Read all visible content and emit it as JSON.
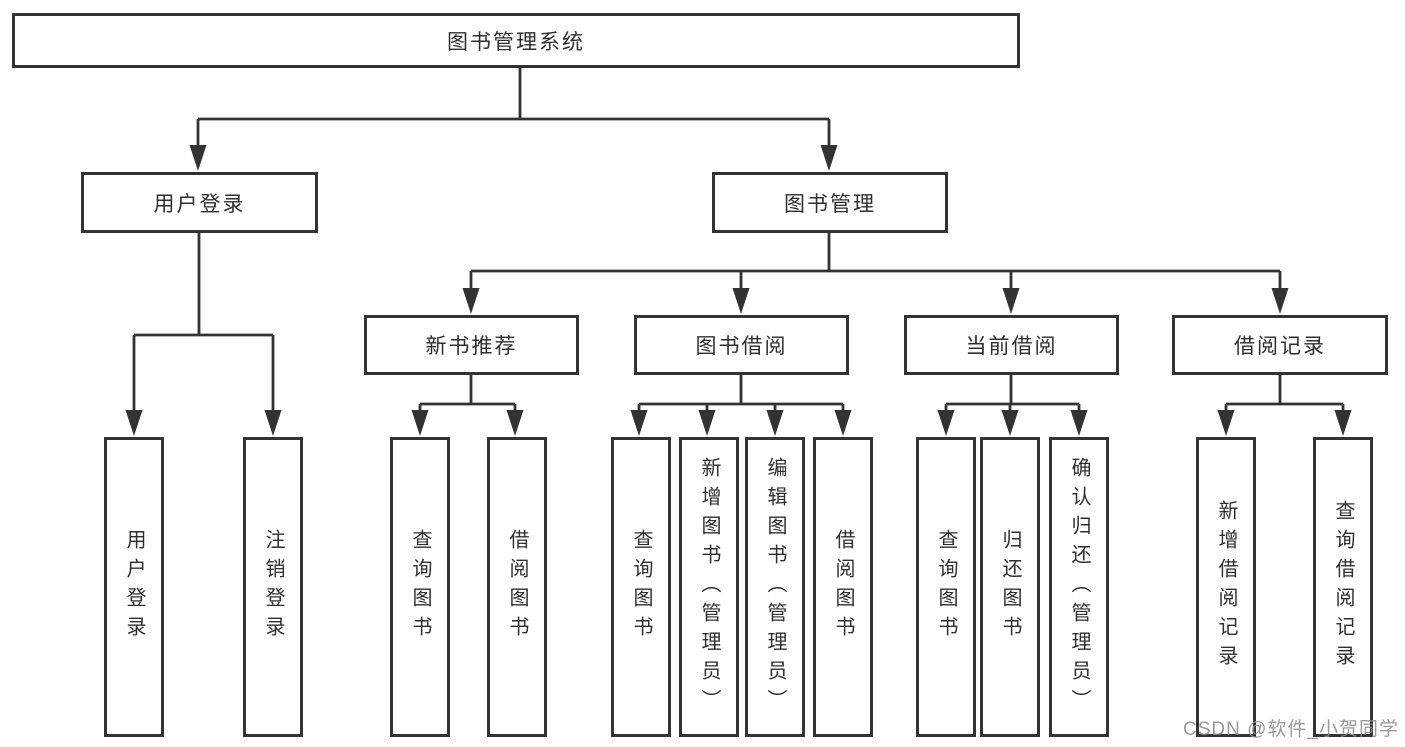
{
  "tree": {
    "root": {
      "label": "图书管理系统"
    },
    "branches": [
      {
        "label": "用户登录",
        "children": [
          {
            "label": "用户登录"
          },
          {
            "label": "注销登录"
          }
        ]
      },
      {
        "label": "图书管理",
        "children": [
          {
            "label": "新书推荐",
            "children": [
              {
                "label": "查询图书"
              },
              {
                "label": "借阅图书"
              }
            ]
          },
          {
            "label": "图书借阅",
            "children": [
              {
                "label": "查询图书"
              },
              {
                "label": "新增图书（管理员）"
              },
              {
                "label": "编辑图书（管理员）"
              },
              {
                "label": "借阅图书"
              }
            ]
          },
          {
            "label": "当前借阅",
            "children": [
              {
                "label": "查询图书"
              },
              {
                "label": "归还图书"
              },
              {
                "label": "确认归还（管理员）"
              }
            ]
          },
          {
            "label": "借阅记录",
            "children": [
              {
                "label": "新增借阅记录"
              },
              {
                "label": "查询借阅记录"
              }
            ]
          }
        ]
      }
    ]
  },
  "watermark": {
    "text": "CSDN @软件_小贺同学",
    "color": "#8c8c8c"
  },
  "colors": {
    "line": "#333333",
    "box_border": "#333333",
    "text": "#2f2f2f",
    "background": "#ffffff"
  }
}
